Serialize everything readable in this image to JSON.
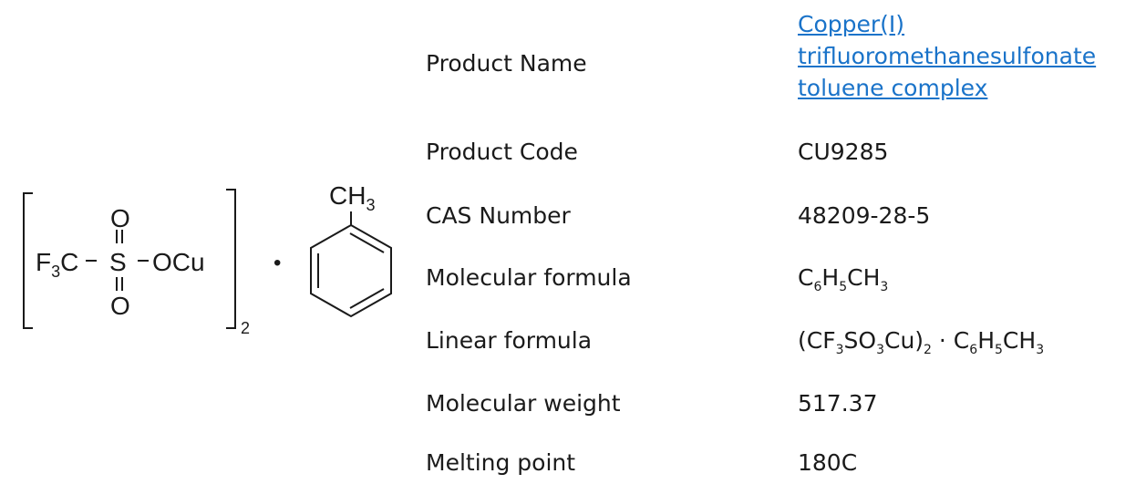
{
  "structure": {
    "cf3_prefix": "F",
    "cf3_sub": "3",
    "cf3_suffix": "C",
    "sulfur": "S",
    "oxygen_top": "O",
    "oxygen_bottom": "O",
    "ocu": "OCu",
    "bracket_count": "2",
    "dot": "•",
    "methyl": "CH",
    "methyl_sub": "3"
  },
  "specs": {
    "product_name": {
      "label": "Product Name",
      "line1": "Copper(I)",
      "line2": "trifluoromethanesulfonate",
      "line3": "toluene complex"
    },
    "product_code": {
      "label": "Product Code",
      "value": "CU9285"
    },
    "cas_number": {
      "label": "CAS Number",
      "value": "48209-28-5"
    },
    "molecular_formula": {
      "label": "Molecular formula",
      "parts": [
        "C",
        "6",
        "H",
        "5",
        "CH",
        "3"
      ]
    },
    "linear_formula": {
      "label": "Linear formula",
      "parts": [
        "(CF",
        "3",
        "SO",
        "3",
        "Cu)",
        "2",
        " · C",
        "6",
        "H",
        "5",
        "CH",
        "3"
      ]
    },
    "molecular_weight": {
      "label": "Molecular weight",
      "value": "517.37"
    },
    "melting_point": {
      "label": "Melting point",
      "value": "180C"
    }
  }
}
